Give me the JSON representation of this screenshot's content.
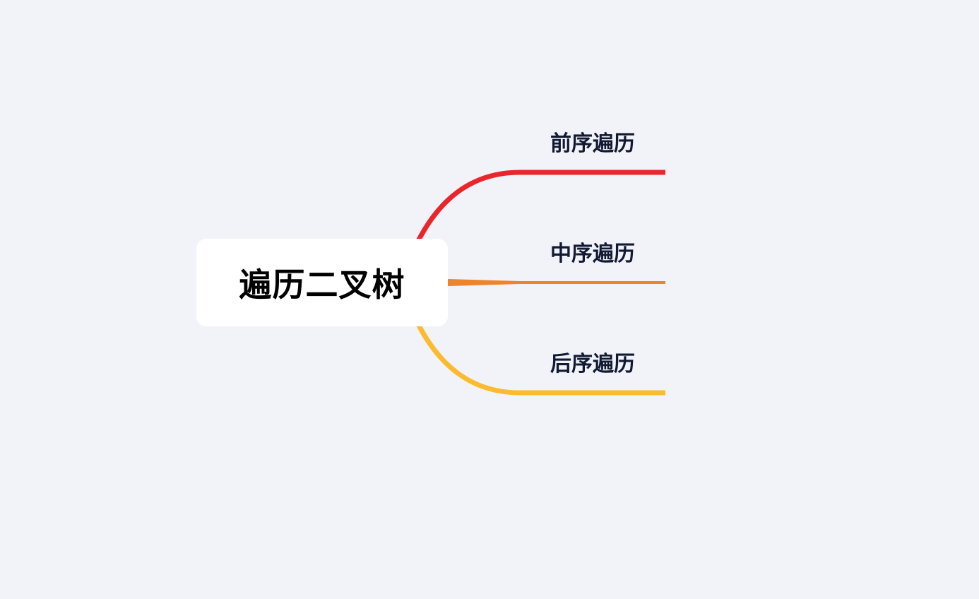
{
  "mindmap": {
    "root": {
      "label": "遍历二叉树"
    },
    "branches": [
      {
        "label": "前序遍历",
        "color": "#e8262b"
      },
      {
        "label": "中序遍历",
        "color": "#f0822a"
      },
      {
        "label": "后序遍历",
        "color": "#fbbb2f"
      }
    ],
    "background_color": "#f1f3f8",
    "node_color": "#ffffff"
  }
}
